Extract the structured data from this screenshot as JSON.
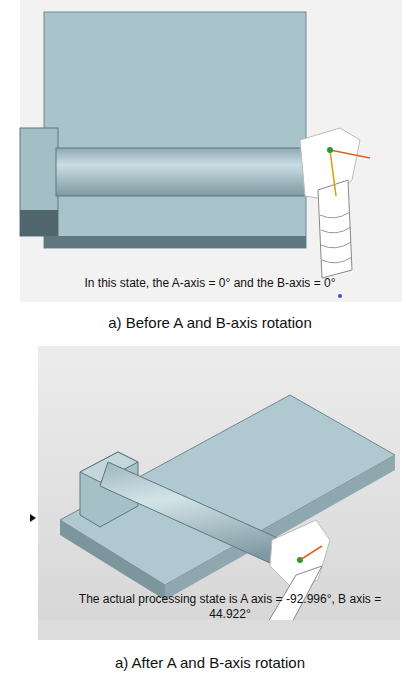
{
  "diagram": {
    "labels": [
      "In this state, the A-axis = 0° and the B-axis = 0°",
      "a) Before A and B-axis rotation",
      "The actual processing state is A axis = -92.996°, B axis = 44.922°",
      "a) After A and B-axis rotation"
    ]
  }
}
